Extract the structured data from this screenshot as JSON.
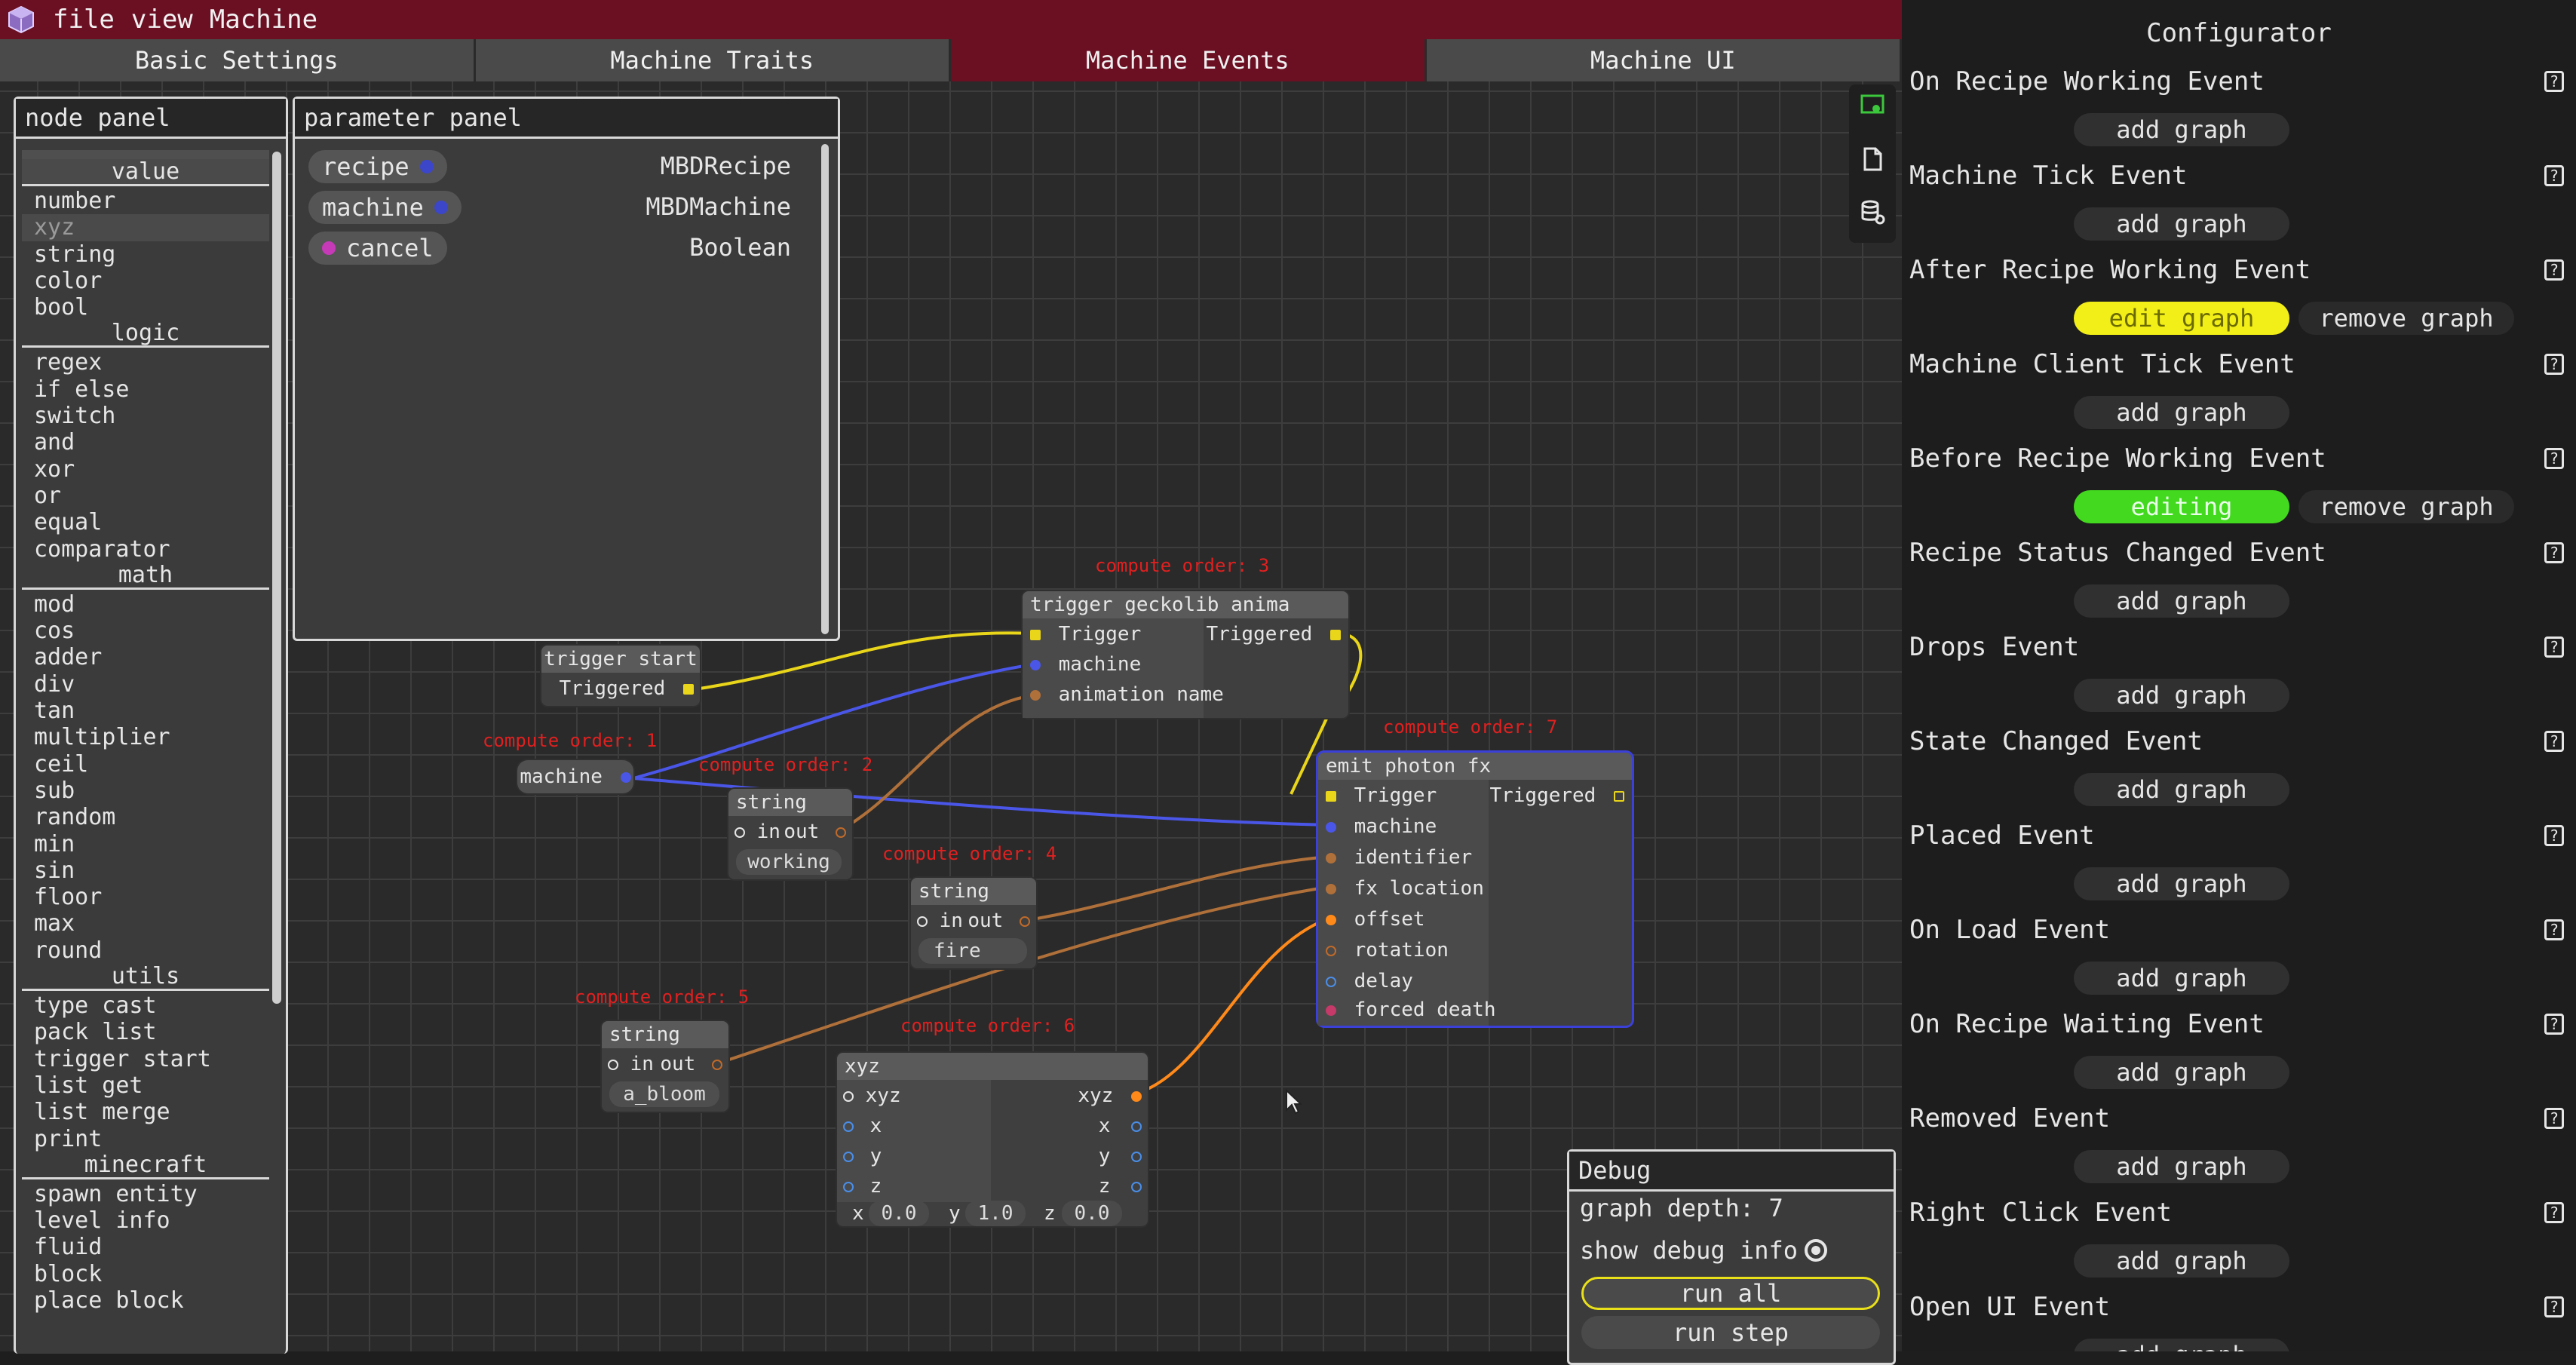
{
  "menubar": {
    "menus": [
      "file",
      "view",
      "Machine"
    ]
  },
  "tabs": [
    {
      "label": "Basic Settings",
      "active": false
    },
    {
      "label": "Machine Traits",
      "active": false
    },
    {
      "label": "Machine Events",
      "active": true
    },
    {
      "label": "Machine UI",
      "active": false
    }
  ],
  "node_panel": {
    "title": "node panel",
    "sections": [
      {
        "name": "value",
        "items": [
          "number",
          "xyz",
          "string",
          "color",
          "bool"
        ]
      },
      {
        "name": "logic",
        "items": [
          "regex",
          "if else",
          "switch",
          "and",
          "xor",
          "or",
          "equal",
          "comparator"
        ]
      },
      {
        "name": "math",
        "items": [
          "mod",
          "cos",
          "adder",
          "div",
          "tan",
          "multiplier",
          "ceil",
          "sub",
          "random",
          "min",
          "sin",
          "floor",
          "max",
          "round"
        ]
      },
      {
        "name": "utils",
        "items": [
          "type cast",
          "pack list",
          "trigger start",
          "list get",
          "list merge",
          "print"
        ]
      },
      {
        "name": "minecraft",
        "items": [
          "spawn entity",
          "level info",
          "fluid",
          "block",
          "place block"
        ]
      }
    ]
  },
  "parameter_panel": {
    "title": "parameter panel",
    "params": [
      {
        "name": "recipe",
        "type": "MBDRecipe"
      },
      {
        "name": "machine",
        "type": "MBDMachine"
      },
      {
        "name": "cancel",
        "type": "Boolean"
      }
    ]
  },
  "graph": {
    "trigger_start": {
      "title": "trigger start",
      "out": "Triggered"
    },
    "machine_param": {
      "label": "machine",
      "order": "compute order: 1"
    },
    "string_working": {
      "title": "string",
      "in": "in",
      "out": "out",
      "value": "working",
      "order": "compute order: 2"
    },
    "trigger_anim": {
      "title": "trigger geckolib anima",
      "inputs": [
        "Trigger",
        "machine",
        "animation name"
      ],
      "out": "Triggered",
      "order": "compute order: 3"
    },
    "string_fire": {
      "title": "string",
      "in": "in",
      "out": "out",
      "value": "fire",
      "order": "compute order: 4"
    },
    "string_bloom": {
      "title": "string",
      "in": "in",
      "out": "out",
      "value": "a_bloom",
      "order": "compute order: 5"
    },
    "xyz": {
      "title": "xyz",
      "in": "xyz",
      "out": "xyz",
      "axes": [
        "x",
        "y",
        "z"
      ],
      "fields": [
        {
          "axis": "x",
          "value": "0.0"
        },
        {
          "axis": "y",
          "value": "1.0"
        },
        {
          "axis": "z",
          "value": "0.0"
        }
      ],
      "order": "compute order: 6"
    },
    "emit_photon": {
      "title": "emit photon fx",
      "inputs": [
        "Trigger",
        "machine",
        "identifier",
        "fx location",
        "offset",
        "rotation",
        "delay",
        "forced death"
      ],
      "out": "Triggered",
      "order": "compute order: 7"
    }
  },
  "debug": {
    "title": "Debug",
    "graph_depth": "graph depth: 7",
    "show_debug_info": "show debug info",
    "run_all": "run all",
    "run_step": "run step"
  },
  "configurator": {
    "title": "Configurator",
    "events": [
      {
        "name": "On Recipe Working Event",
        "buttons": [
          "add graph"
        ]
      },
      {
        "name": "Machine Tick Event",
        "buttons": [
          "add graph"
        ]
      },
      {
        "name": "After Recipe Working Event",
        "buttons": [
          "edit graph",
          "remove graph"
        ]
      },
      {
        "name": "Machine Client Tick Event",
        "buttons": [
          "add graph"
        ]
      },
      {
        "name": "Before Recipe Working Event",
        "buttons": [
          "editing",
          "remove graph"
        ]
      },
      {
        "name": "Recipe Status Changed Event",
        "buttons": [
          "add graph"
        ]
      },
      {
        "name": "Drops Event",
        "buttons": [
          "add graph"
        ]
      },
      {
        "name": "State Changed Event",
        "buttons": [
          "add graph"
        ]
      },
      {
        "name": "Placed Event",
        "buttons": [
          "add graph"
        ]
      },
      {
        "name": "On Load Event",
        "buttons": [
          "add graph"
        ]
      },
      {
        "name": "On Recipe Waiting Event",
        "buttons": [
          "add graph"
        ]
      },
      {
        "name": "Removed Event",
        "buttons": [
          "add graph"
        ]
      },
      {
        "name": "Right Click Event",
        "buttons": [
          "add graph"
        ]
      },
      {
        "name": "Open UI Event",
        "buttons": [
          "add graph"
        ]
      }
    ],
    "help_glyph": "?"
  },
  "colors": {
    "accent": "#6b0f23",
    "edit_graph": "#f2ee18",
    "editing": "#43d91f",
    "wire_trigger": "#e9d51a",
    "wire_machine": "#4a56e8",
    "wire_string": "#b0703a",
    "wire_xyz": "#ff8a1a",
    "order_label": "#e02020"
  }
}
